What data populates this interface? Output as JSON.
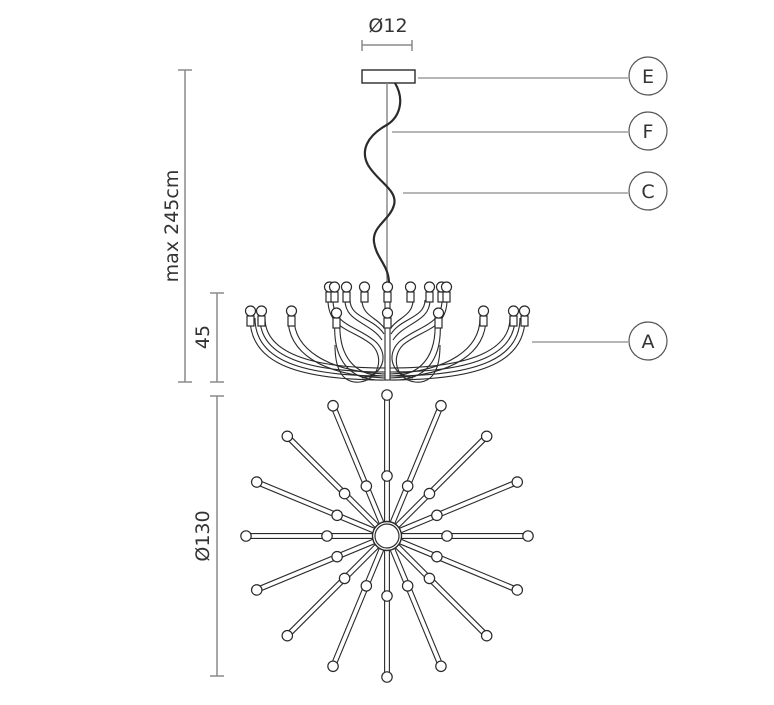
{
  "diagram": {
    "subject": "pendant chandelier technical drawing",
    "dimensions": {
      "canopy_diameter": "Ø12",
      "max_height": "max 245cm",
      "body_height": "45",
      "diameter": "Ø130"
    },
    "callouts": [
      {
        "label": "E",
        "part": "canopy"
      },
      {
        "label": "F",
        "part": "suspension cable"
      },
      {
        "label": "C",
        "part": "power cord"
      },
      {
        "label": "A",
        "part": "arms / light body"
      }
    ],
    "views": [
      "side view",
      "top view"
    ],
    "top_view": {
      "arm_count": 16,
      "bulbs_per_arm": 2
    },
    "colors": {
      "line": "#2a2a2a",
      "dimension": "#8a8a8a",
      "background": "#ffffff"
    }
  }
}
